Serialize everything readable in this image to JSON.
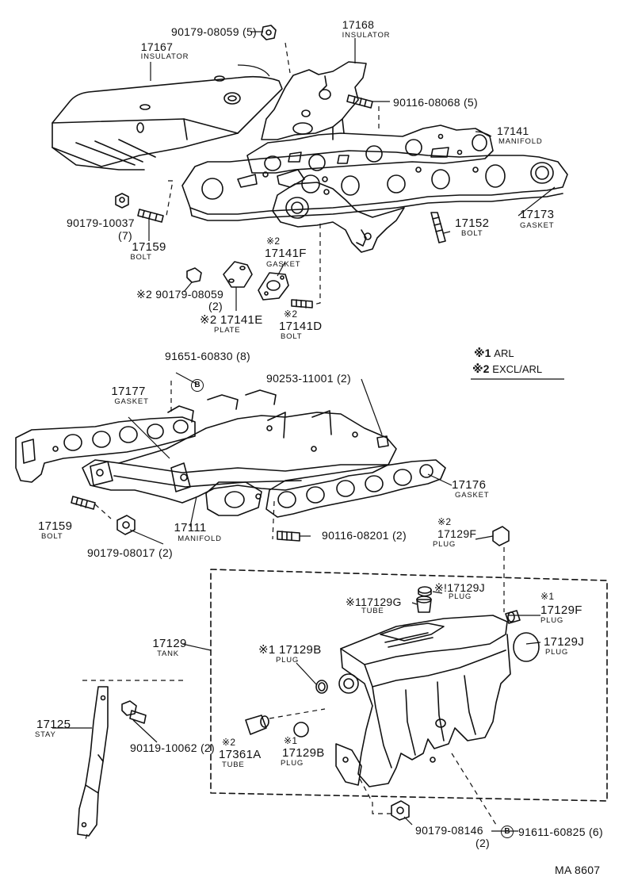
{
  "legend": [
    {
      "mark": "※1",
      "text": "ARL"
    },
    {
      "mark": "※2",
      "text": "EXCL/ARL"
    }
  ],
  "callouts": {
    "c1": {
      "num": "90179-08059 (5)"
    },
    "c2": {
      "num": "17168",
      "cap": "INSULATOR"
    },
    "c3": {
      "num": "17167",
      "cap": "INSULATOR"
    },
    "c4": {
      "num": "90116-08068 (5)"
    },
    "c5": {
      "num": "17141",
      "cap": "MANIFOLD"
    },
    "c6": {
      "num": "90179-10037",
      "qty": "(7)"
    },
    "c7": {
      "num": "17159",
      "cap": "BOLT"
    },
    "c8": {
      "num": "17152",
      "cap": "BOLT"
    },
    "c9": {
      "num": "17173",
      "cap": "GASKET"
    },
    "c10": {
      "mark": "※2",
      "num": "17141F",
      "cap": "GASKET"
    },
    "c11": {
      "num": "※2 90179-08059",
      "qty": "(2)"
    },
    "c12": {
      "num": "※2 17141E",
      "cap": "PLATE"
    },
    "c13": {
      "mark": "※2",
      "num": "17141D",
      "cap": "BOLT"
    },
    "c14": {
      "num": "91651-60830 (8)"
    },
    "c15": {
      "num": "90253-11001 (2)"
    },
    "c16": {
      "num": "17177",
      "cap": "GASKET"
    },
    "c17": {
      "num": "17176",
      "cap": "GASKET"
    },
    "c18": {
      "num": "17159",
      "cap": "BOLT"
    },
    "c19": {
      "num": "17111",
      "cap": "MANIFOLD"
    },
    "c20": {
      "num": "90179-08017 (2)"
    },
    "c21": {
      "num": "90116-08201 (2)"
    },
    "c22": {
      "mark": "※2",
      "num": "17129F",
      "cap": "PLUG"
    },
    "c23": {
      "num": "※!17129J",
      "cap": "PLUG"
    },
    "c24": {
      "num": "※117129G",
      "cap": "TUBE"
    },
    "c25": {
      "mark": "※1",
      "num": "17129F",
      "cap": "PLUG"
    },
    "c26": {
      "num": "17129",
      "cap": "TANK"
    },
    "c27": {
      "num": "17129J",
      "cap": "PLUG"
    },
    "c28": {
      "num": "※1 17129B",
      "cap": "PLUG"
    },
    "c29": {
      "num": "17125",
      "cap": "STAY"
    },
    "c30": {
      "num": "90119-10062 (2)"
    },
    "c31": {
      "mark": "※2",
      "num": "17361A",
      "cap": "TUBE"
    },
    "c32": {
      "mark": "※1",
      "num": "17129B",
      "cap": "PLUG"
    },
    "c33": {
      "num": "90179-08146",
      "qty": "(2)"
    },
    "c34": {
      "num": "91611-60825 (6)"
    }
  },
  "markers": {
    "b": "B"
  },
  "footer": {
    "code": "MA 8607"
  }
}
